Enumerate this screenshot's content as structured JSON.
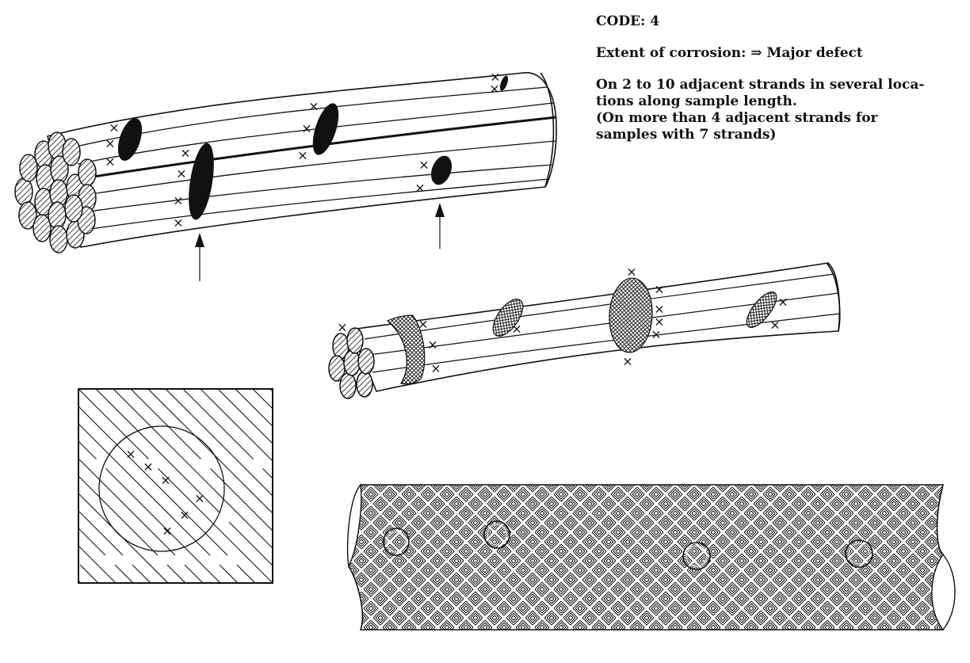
{
  "caption": {
    "code": "CODE: 4",
    "extent_prefix": "Extent of corrosion: ",
    "extent_arrow": "⇒",
    "extent_value": " Major defect",
    "desc_line1": "On 2 to 10 adjacent strands in several loca-",
    "desc_line2": "tions along sample length.",
    "desc_line3": "(On more than 4 adjacent strands for",
    "desc_line4": "samples with 7 strands)"
  },
  "marks": {
    "pit_marker": "×"
  },
  "colors": {
    "ink": "#111111",
    "background": "#ffffff"
  },
  "panels": [
    {
      "name": "large-cable",
      "strand_count": 19,
      "pits": 5
    },
    {
      "name": "small-cable",
      "strand_count": 7,
      "pits": 4
    },
    {
      "name": "surface-closeup"
    },
    {
      "name": "sheathed-pipe",
      "pits": 4
    }
  ]
}
